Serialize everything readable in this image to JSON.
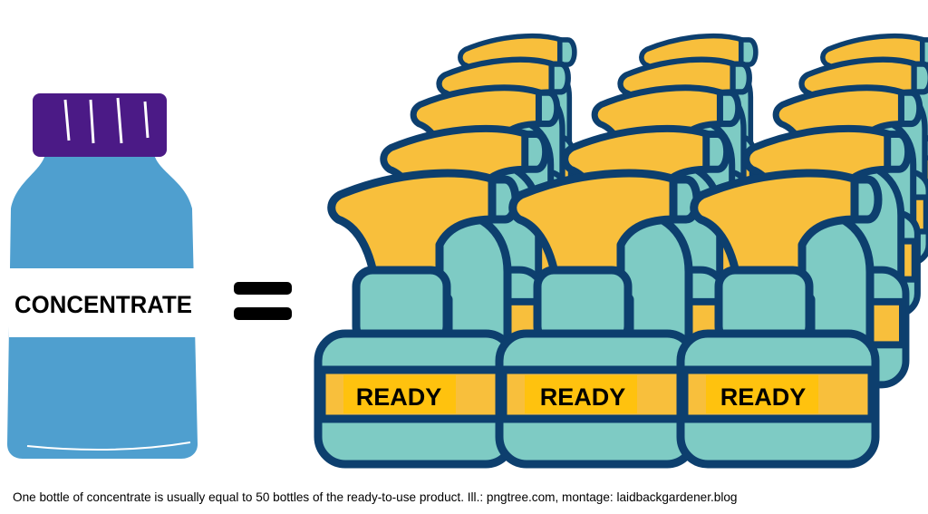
{
  "concentrate_bottle": {
    "label": "CONCENTRATE",
    "cap_color": "#4b1a86",
    "body_color": "#4f9fcf"
  },
  "equals_sign": "=",
  "spray_bottles": {
    "label": "READY",
    "count_front_row": 3,
    "colors": {
      "outline": "#0d3f6e",
      "body": "#7ecbc4",
      "trigger": "#f8bf3c",
      "label": "#ffc20e"
    }
  },
  "caption": "One bottle of concentrate is usually equal to 50 bottles of the ready-to-use product. Ill.: pngtree.com, montage: laidbackgardener.blog"
}
